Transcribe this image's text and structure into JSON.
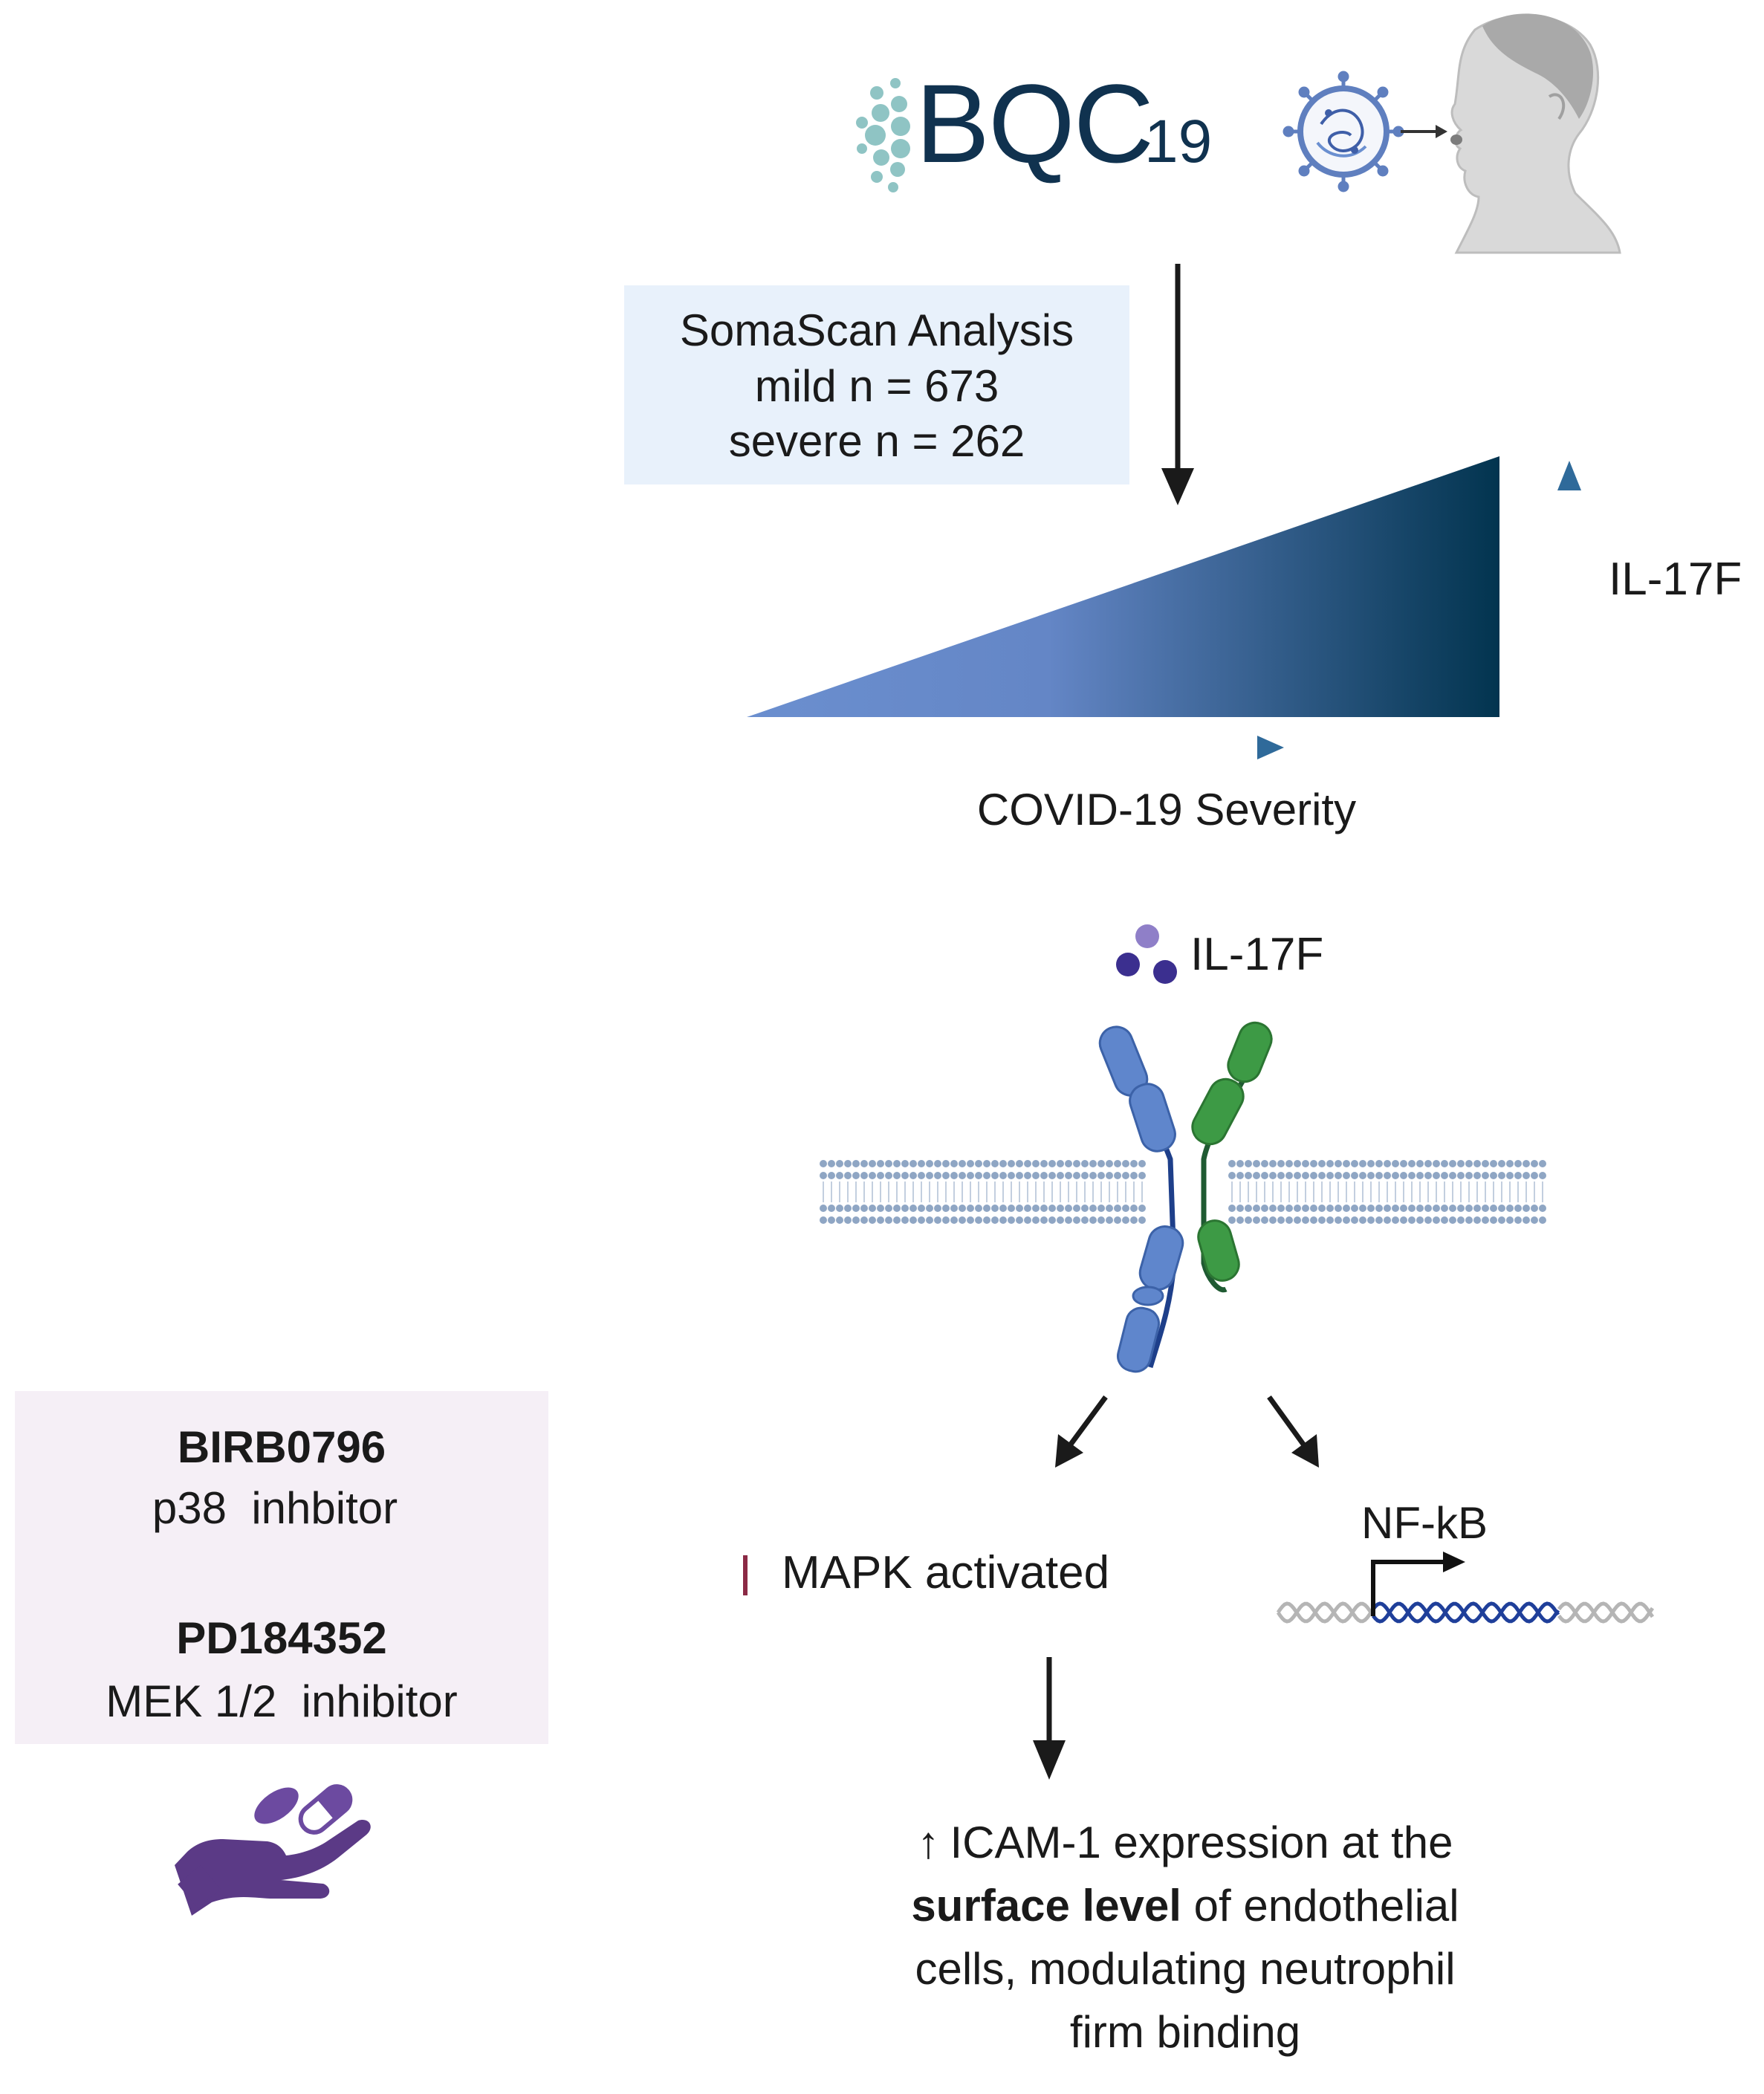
{
  "logo": {
    "text": "BQC",
    "subscript": "19"
  },
  "somascan": {
    "line1": "SomaScan Analysis",
    "line2": "mild n = 673",
    "line3": "severe n = 262"
  },
  "severity": {
    "label": "COVID-19 Severity",
    "marker": "IL-17F"
  },
  "ligand": {
    "label": "IL-17F"
  },
  "pathway": {
    "mapk": "MAPK activated",
    "nfkb": "NF-kB"
  },
  "inhibitors": {
    "drug1_name": "BIRB0796",
    "drug1_desc": "p38  inhbitor",
    "drug2_name": "PD184352",
    "drug2_desc": "MEK 1/2  inhibitor"
  },
  "outcome": {
    "arrow": "↑",
    "line1": "ICAM-1 expression at the",
    "line2_bold": "surface level",
    "line2_rest": " of endothelial",
    "line3": "cells, modulating neutrophil",
    "line4": "firm binding"
  },
  "colors": {
    "logo_navy": "#10324f",
    "logo_teal": "#8fc4c4",
    "panel_blue": "#e8f1fb",
    "panel_pink": "#f5eff6",
    "wedge_light": "#6b8fcf",
    "wedge_dark": "#02344f",
    "receptor_blue": "#5f86cc",
    "receptor_green": "#3d9a45",
    "inhibit_red": "#8b2a45",
    "hand_purple": "#5b3a86"
  }
}
